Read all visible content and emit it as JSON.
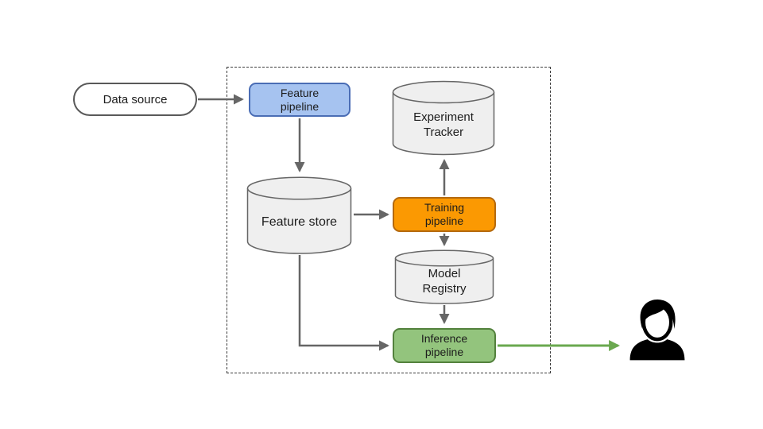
{
  "diagram": {
    "kind": "flowchart",
    "background": "#FFFFFF",
    "boundary": {
      "style": "dashed-rectangle",
      "color": "#3A3A3A"
    },
    "nodes": {
      "data_source": {
        "label": "Data source",
        "shape": "terminator",
        "fill": "#FFFFFF",
        "border": "#595959"
      },
      "feature_pipeline": {
        "label": "Feature\npipeline",
        "shape": "rounded-rect",
        "fill": "#A6C3F0",
        "border": "#4A6DB5"
      },
      "experiment_tracker": {
        "label": "Experiment\nTracker",
        "shape": "cylinder",
        "fill": "#EFEFEF",
        "border": "#666666"
      },
      "feature_store": {
        "label": "Feature store",
        "shape": "cylinder",
        "fill": "#EFEFEF",
        "border": "#666666"
      },
      "training_pipeline": {
        "label": "Training\npipeline",
        "shape": "rounded-rect",
        "fill": "#FB9902",
        "border": "#B4690E"
      },
      "model_registry": {
        "label": "Model\nRegistry",
        "shape": "cylinder",
        "fill": "#EFEFEF",
        "border": "#666666"
      },
      "inference_pipeline": {
        "label": "Inference\npipeline",
        "shape": "rounded-rect",
        "fill": "#93C47D",
        "border": "#53813D"
      },
      "user": {
        "shape": "person-icon",
        "fill": "#000000"
      }
    },
    "edges": [
      {
        "from": "data_source",
        "to": "feature_pipeline",
        "color": "#666666"
      },
      {
        "from": "feature_pipeline",
        "to": "feature_store",
        "color": "#666666"
      },
      {
        "from": "feature_store",
        "to": "training_pipeline",
        "color": "#666666"
      },
      {
        "from": "training_pipeline",
        "to": "experiment_tracker",
        "color": "#666666"
      },
      {
        "from": "training_pipeline",
        "to": "model_registry",
        "color": "#666666"
      },
      {
        "from": "model_registry",
        "to": "inference_pipeline",
        "color": "#666666"
      },
      {
        "from": "feature_store",
        "to": "inference_pipeline",
        "color": "#666666"
      },
      {
        "from": "inference_pipeline",
        "to": "user",
        "color": "#6AA84F"
      }
    ]
  }
}
